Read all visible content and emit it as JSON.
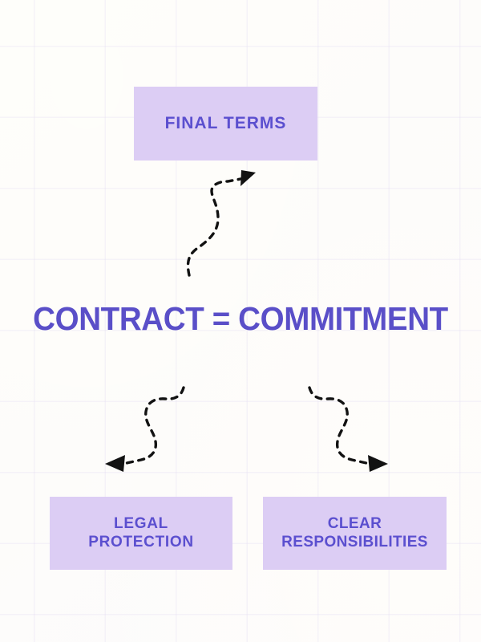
{
  "diagram": {
    "title_text": "CONTRACT = COMMITMENT",
    "colors": {
      "box_fill": "#dccdf4",
      "box_text": "#5b4fcf",
      "headline_text": "#5a4fc8",
      "arrow": "#121212",
      "background": "#fefdfb",
      "grid_line": "#c4b2e9"
    },
    "nodes": [
      {
        "id": "final-terms",
        "label": "FINAL TERMS",
        "position": "top"
      },
      {
        "id": "legal-protection",
        "label": "LEGAL\nPROTECTION",
        "position": "bottom-left"
      },
      {
        "id": "clear-responsibilities",
        "label": "CLEAR\nRESPONSIBILITIES",
        "position": "bottom-right"
      }
    ],
    "connectors": [
      {
        "id": "center-to-final-terms",
        "style": "dashed-curve",
        "from": "center-headline",
        "to": "final-terms",
        "arrowhead": "up-right"
      },
      {
        "id": "center-to-legal-protection",
        "style": "dashed-curve",
        "from": "center-headline",
        "to": "legal-protection",
        "arrowhead": "down-left"
      },
      {
        "id": "center-to-clear-responsibilities",
        "style": "dashed-curve",
        "from": "center-headline",
        "to": "clear-responsibilities",
        "arrowhead": "down-right"
      }
    ]
  }
}
